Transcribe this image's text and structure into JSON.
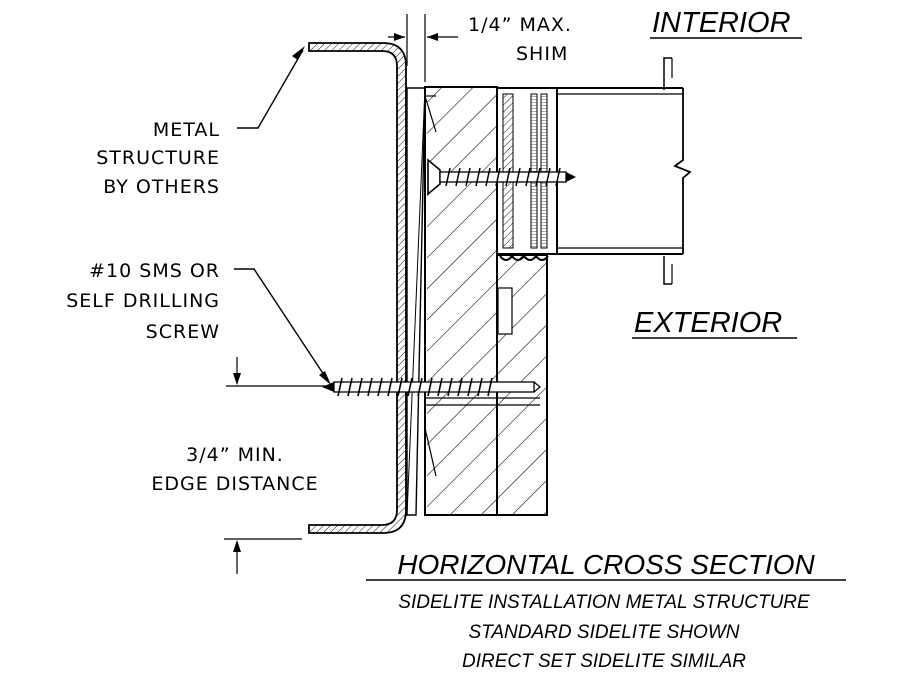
{
  "labels": {
    "shim_line1": "1/4” MAX.",
    "shim_line2": "SHIM",
    "interior": "INTERIOR",
    "exterior": "EXTERIOR",
    "metal_line1": "METAL",
    "metal_line2": "STRUCTURE",
    "metal_line3": "BY OTHERS",
    "screw_line1": "#10 SMS OR",
    "screw_line2": "SELF DRILLING",
    "screw_line3": "SCREW",
    "edge_line1": "3/4” MIN.",
    "edge_line2": "EDGE DISTANCE"
  },
  "title": {
    "main": "HORIZONTAL CROSS SECTION",
    "sub1": "SIDELITE INSTALLATION METAL STRUCTURE",
    "sub2": "STANDARD SIDELITE SHOWN",
    "sub3": "DIRECT SET SIDELITE SIMILAR"
  }
}
